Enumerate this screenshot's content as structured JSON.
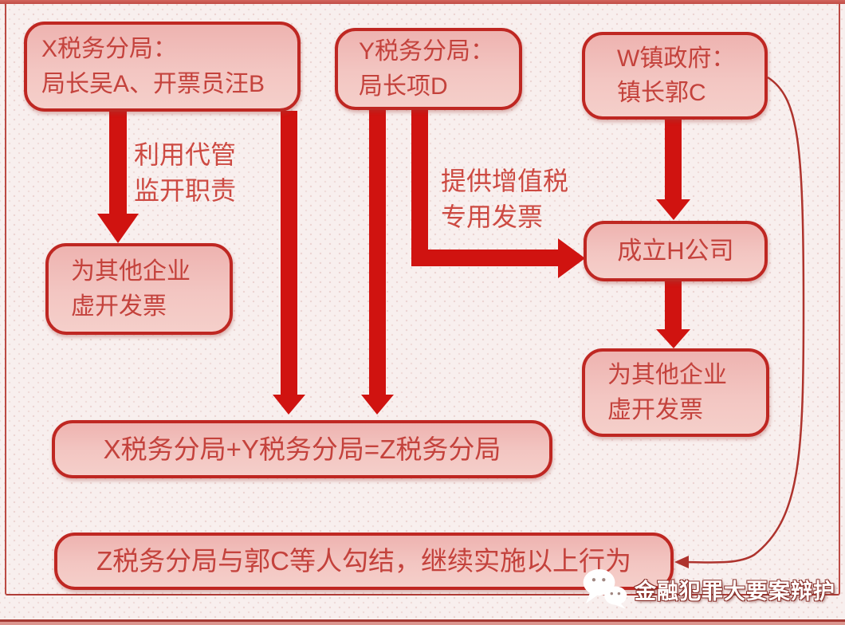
{
  "diagram": {
    "boxes": {
      "x_bureau": {
        "text": "X税务分局：\n局长吴A、开票员汪B"
      },
      "y_bureau": {
        "text": "Y税务分局：\n局长项D"
      },
      "w_gov": {
        "text": "W镇政府：\n镇长郭C"
      },
      "fake_invoice_left": {
        "text": "为其他企业\n虚开发票"
      },
      "h_company": {
        "text": "成立H公司"
      },
      "fake_invoice_right": {
        "text": "为其他企业\n虚开发票"
      },
      "merge": {
        "text": "X税务分局+Y税务分局=Z税务分局"
      },
      "collusion": {
        "text": "Z税务分局与郭C等人勾结，继续实施以上行为"
      }
    },
    "labels": {
      "left_arrow_label": "利用代管\n监开职责",
      "middle_arrow_label": "提供增值税\n专用发票"
    },
    "watermark": {
      "text": "金融犯罪大要案辩护",
      "icon": "wechat-icon"
    },
    "colors": {
      "box_border": "#bf2722",
      "box_fill_top": "#eeb3b0",
      "box_fill_bottom": "#f5cfca",
      "arrow": "#d01310",
      "text": "#c4423c",
      "background": "#f8efee",
      "frame": "#bc4a43",
      "watermark_text": "#ffffff"
    }
  }
}
